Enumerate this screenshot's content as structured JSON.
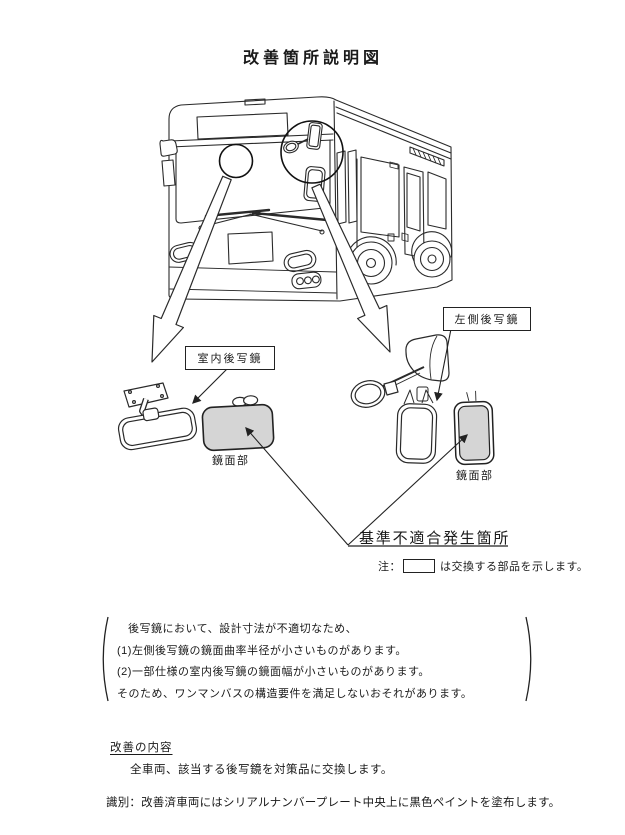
{
  "page": {
    "title": "改善箇所説明図"
  },
  "diagram": {
    "labels": {
      "interior_mirror": "室内後写鏡",
      "left_mirror": "左側後写鏡",
      "mirror_face": "鏡面部",
      "nonconformity": "基準不適合発生箇所"
    },
    "note": {
      "prefix": "注：",
      "suffix": "は交換する部品を示します。"
    },
    "colors": {
      "mirror_face": "#d5d5d5",
      "line": "#2a2a2a"
    }
  },
  "description_block": {
    "lines": [
      "後写鏡において、設計寸法が不適切なため、",
      "(1)左側後写鏡の鏡面曲率半径が小さいものがあります。",
      "(2)一部仕様の室内後写鏡の鏡面幅が小さいものがあります。",
      "そのため、ワンマンバスの構造要件を満足しないおそれがあります。"
    ]
  },
  "improvement": {
    "heading": "改善の内容",
    "body": "全車両、該当する後写鏡を対策品に交換します。"
  },
  "identification": "識別：改善済車両にはシリアルナンバープレート中央上に黒色ペイントを塗布します。"
}
